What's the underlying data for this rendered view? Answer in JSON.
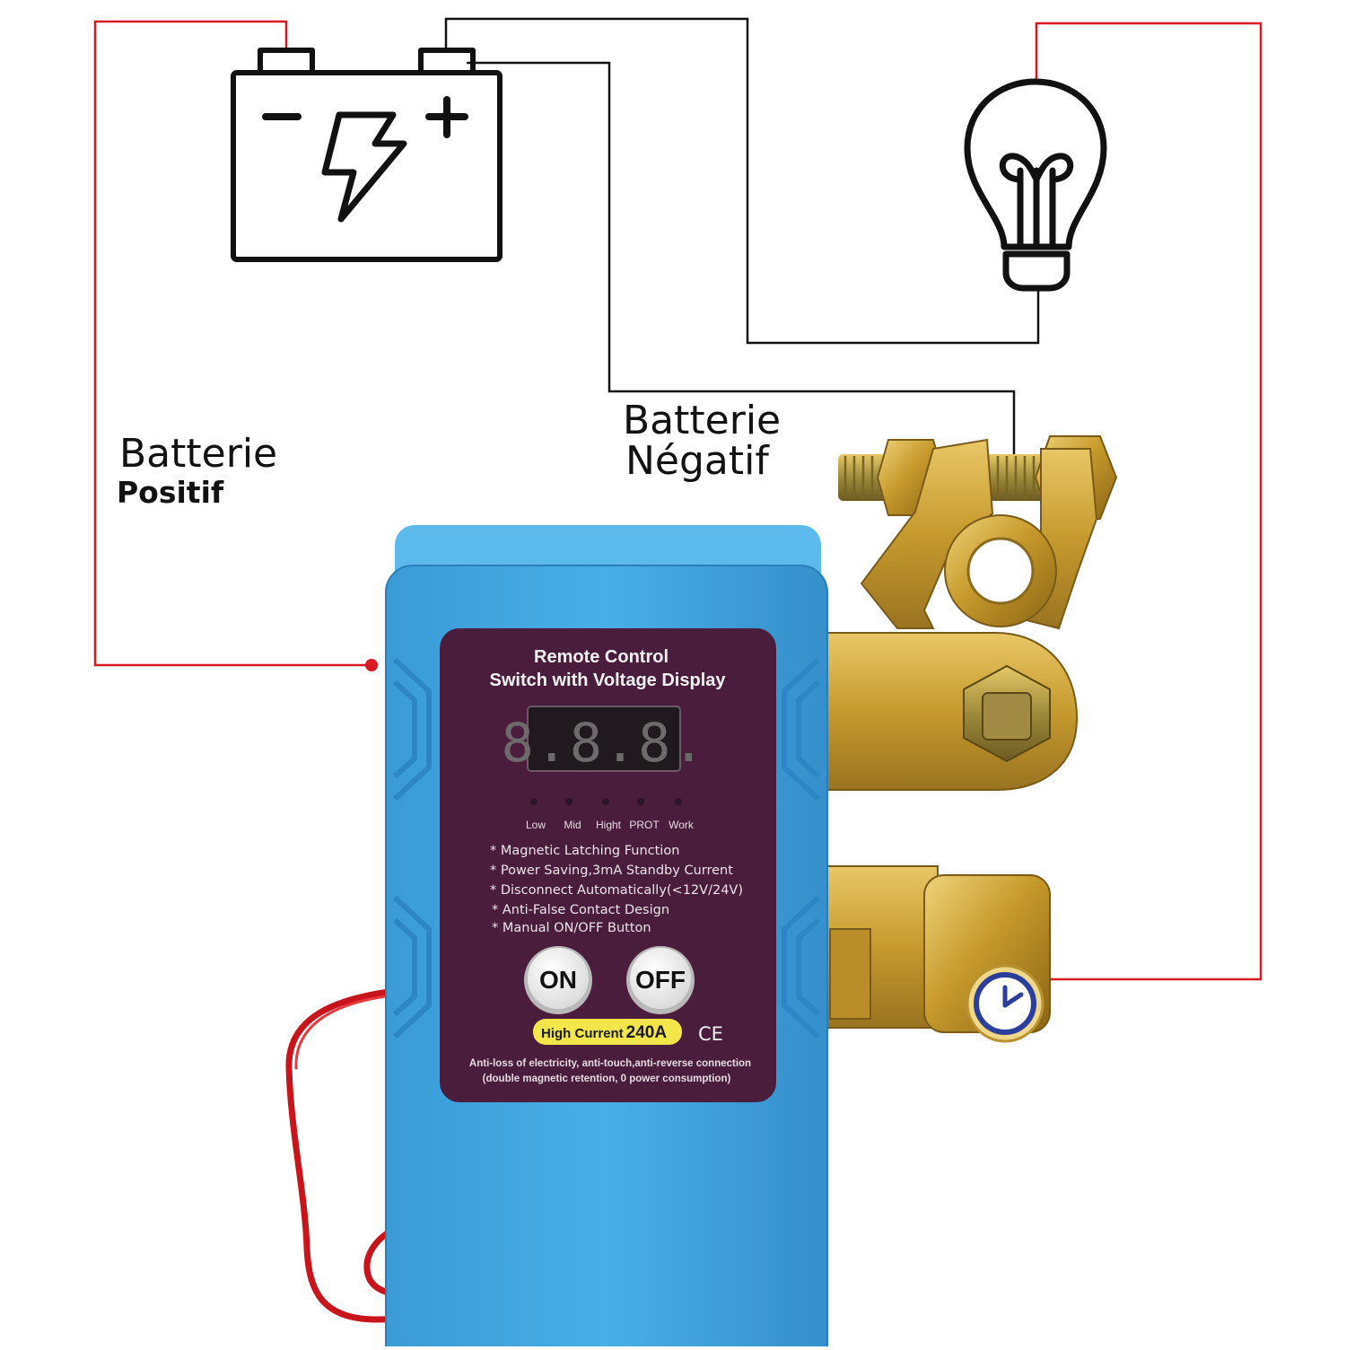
{
  "labels": {
    "pos_line1": "Batterie",
    "pos_line2": "Positif",
    "neg_line1": "Batterie",
    "neg_line2": "Négatif"
  },
  "battery": {
    "minus_symbol": "−",
    "plus_symbol": "+",
    "icon": "battery-icon"
  },
  "bulb": {
    "icon": "light-bulb-icon"
  },
  "device": {
    "title_line1": "Remote Control",
    "title_line2": "Switch with Voltage Display",
    "display_text": "8.8.8.",
    "indicators": [
      "Low",
      "Mid",
      "Hight",
      "PROT",
      "Work"
    ],
    "features": [
      "* Magnetic Latching Function",
      "* Power Saving,3mA Standby Current",
      "* Disconnect Automatically(<12V/24V)",
      "* Anti-False Contact Design",
      "* Manual ON/OFF Button"
    ],
    "on_label": "ON",
    "off_label": "OFF",
    "current_prefix": "High Current",
    "current_value": "240A",
    "ce_mark": "CE",
    "footer_line1": "Anti-loss of electricity, anti-touch,anti-reverse connection",
    "footer_line2": "(double magnetic retention, 0 power consumption)"
  },
  "colors": {
    "wire_positive": "#d81920",
    "wire_negative": "#111111",
    "housing_blue": "#3ea3dd",
    "panel_purple": "#4a1d3d",
    "brass": "#c9a43a",
    "badge_yellow": "#f2e64a"
  }
}
